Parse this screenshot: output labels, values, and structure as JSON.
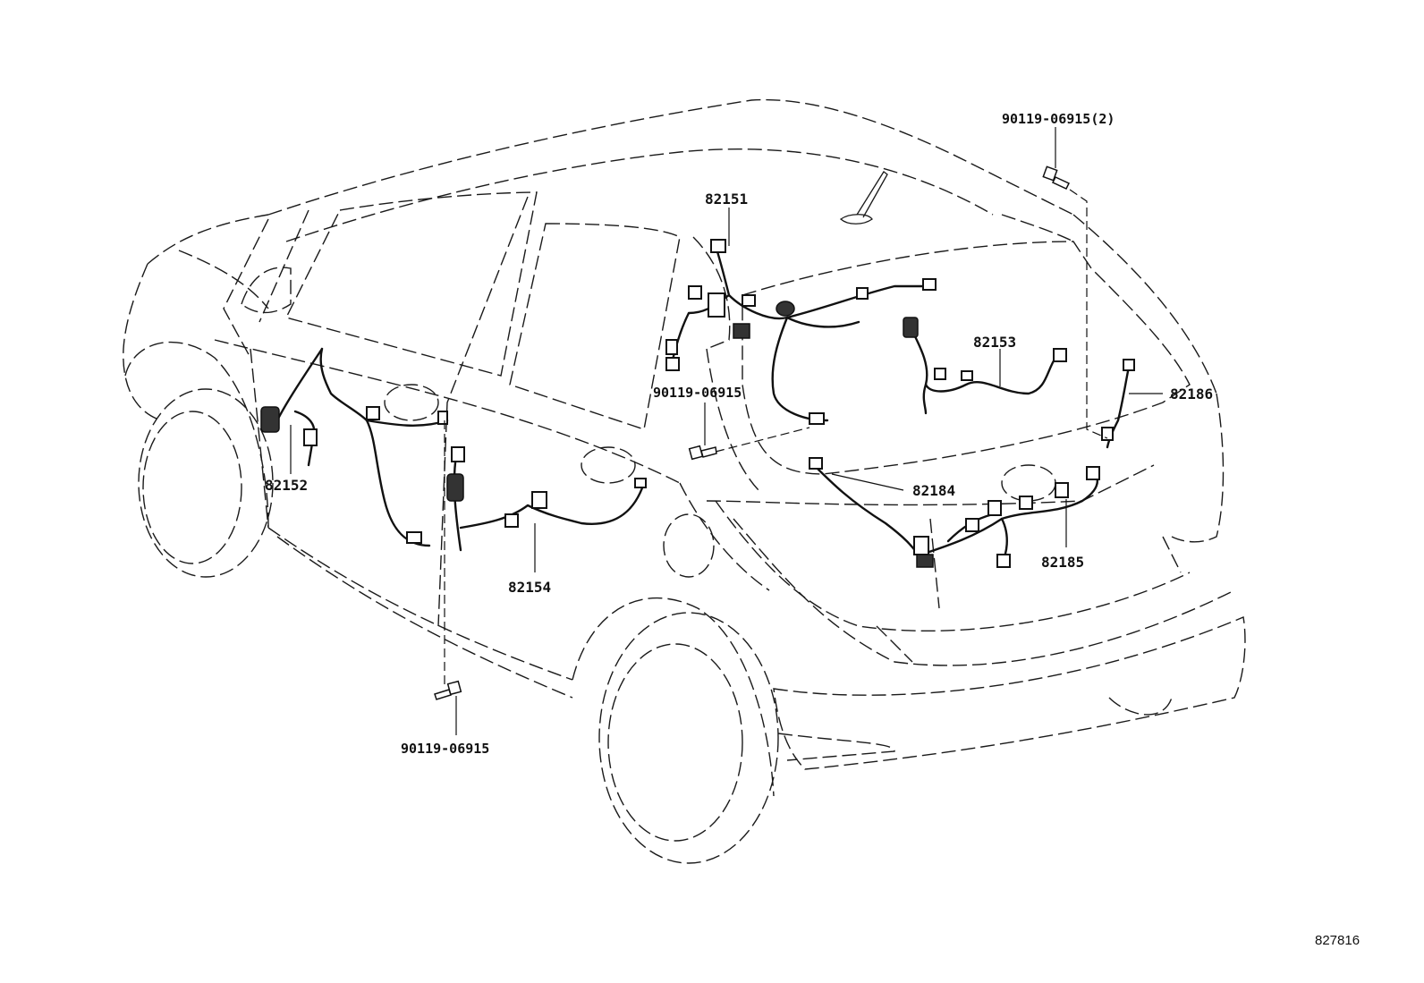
{
  "labels": {
    "p82151": "82151",
    "p82152": "82152",
    "p82153": "82153",
    "p82154": "82154",
    "p82184": "82184",
    "p82185": "82185",
    "p82186": "82186",
    "bolt_top_right": "90119-06915(2)",
    "bolt_center": "90119-06915",
    "bolt_bottom": "90119-06915"
  },
  "figure_ref": "827816"
}
